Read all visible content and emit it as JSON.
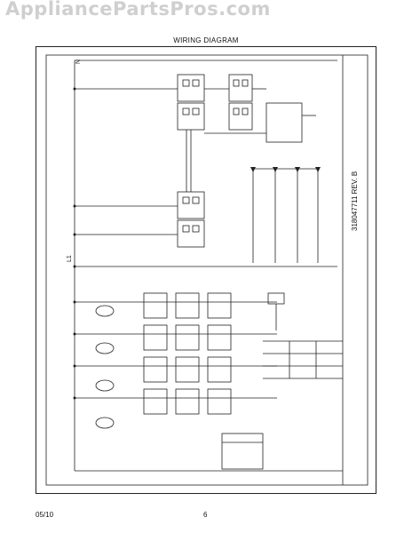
{
  "watermark": "AppliancePartsPros.com",
  "header": {
    "title": "WIRING DIAGRAM"
  },
  "diagram": {
    "rev": "318047711 REV. B",
    "line_l1": "L1",
    "line_n": "N"
  },
  "footer": {
    "date": "05/10",
    "page": "6"
  }
}
